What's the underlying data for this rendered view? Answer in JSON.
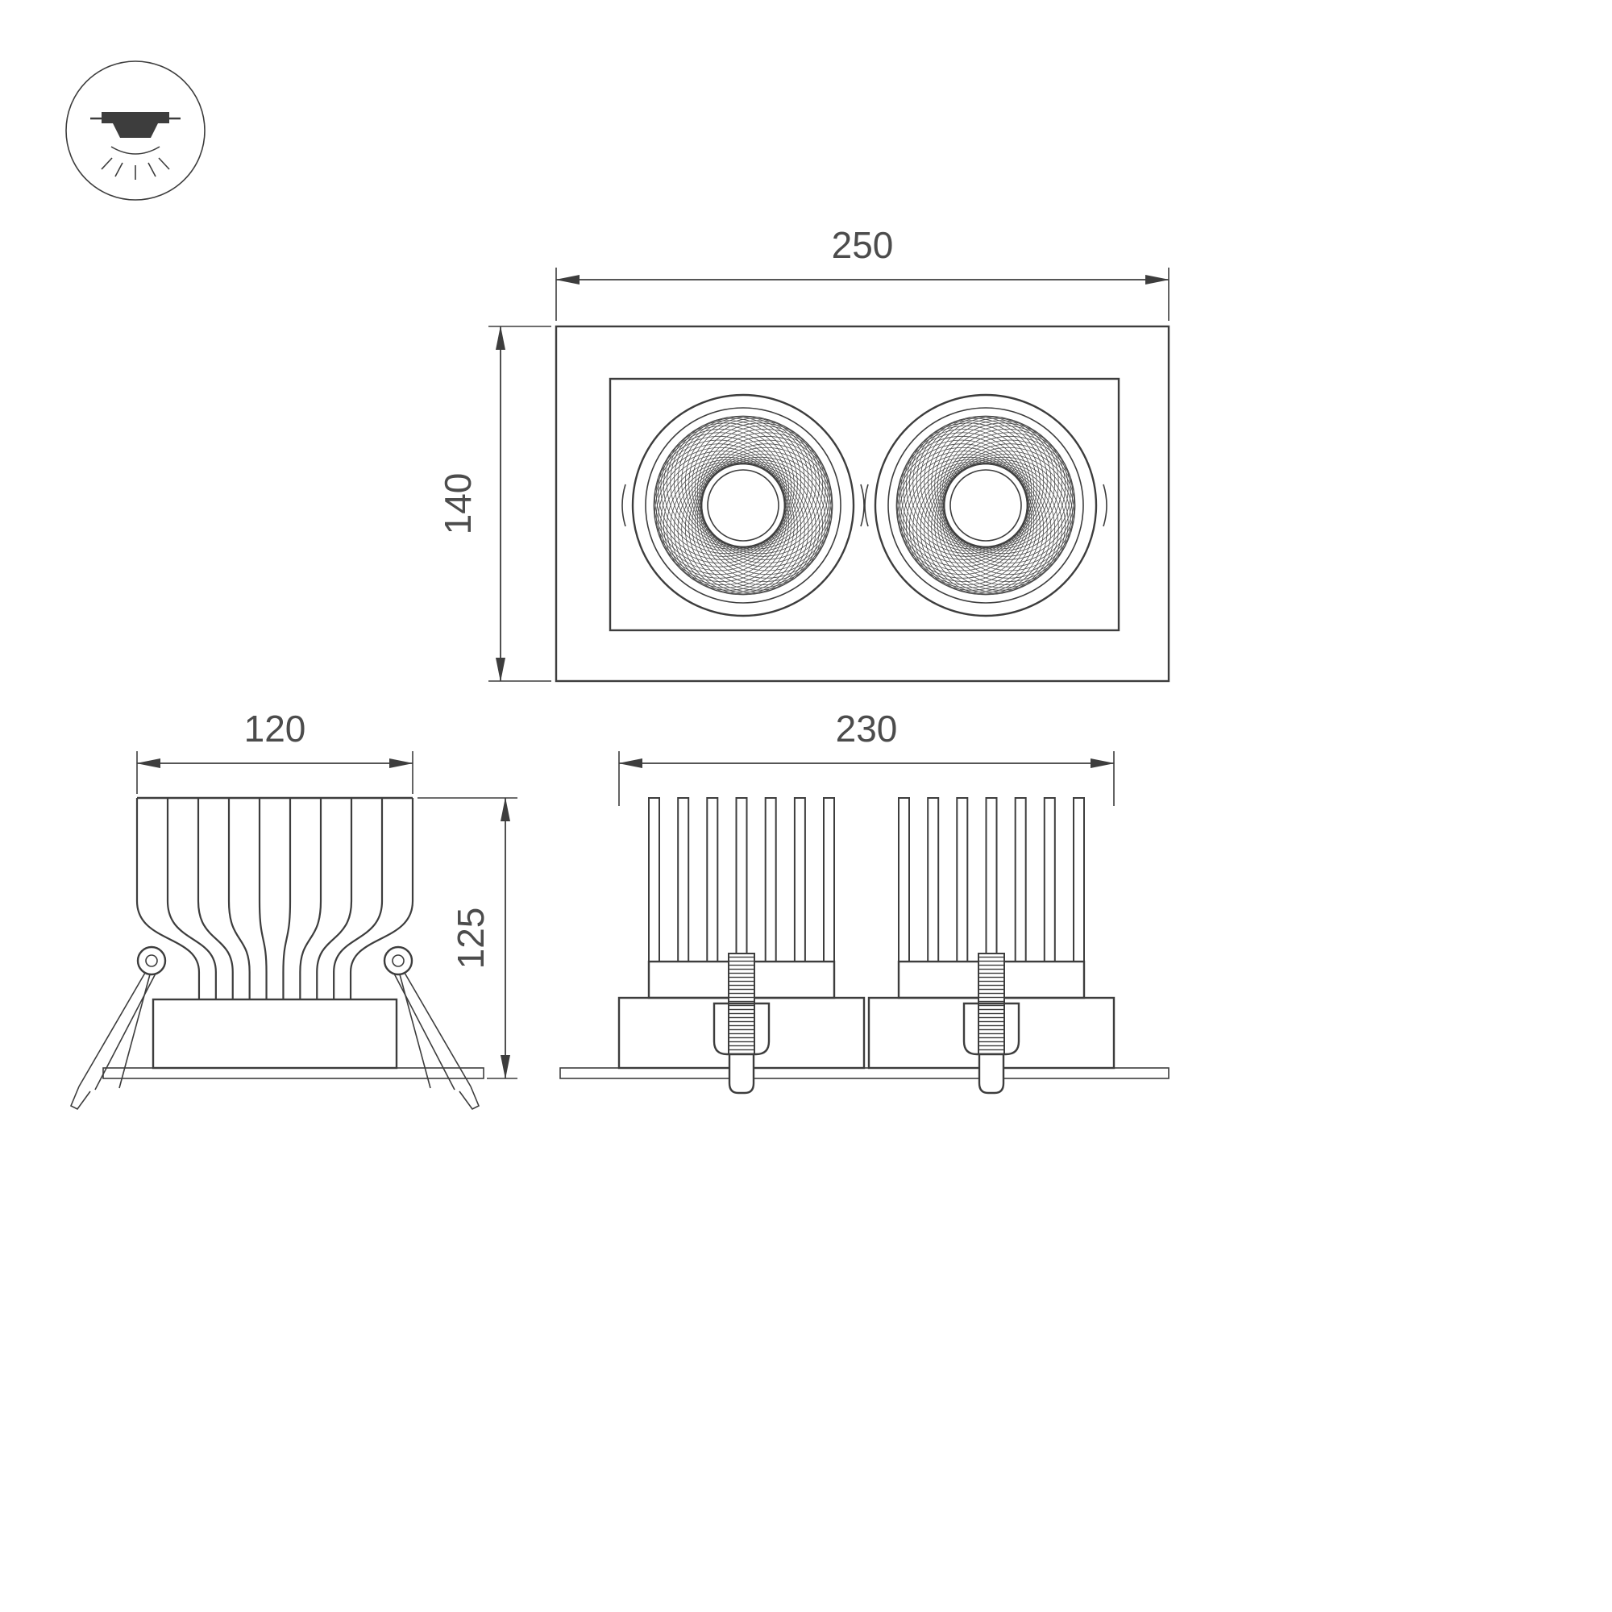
{
  "icon": {
    "name": "recessed-downlight-icon"
  },
  "dims": {
    "front_width": "250",
    "front_height": "140",
    "side_width": "120",
    "side_height": "125",
    "elevation_width": "230"
  },
  "colors": {
    "line": "#3d3d3d",
    "text": "#4c4c4c",
    "background": "#ffffff"
  }
}
